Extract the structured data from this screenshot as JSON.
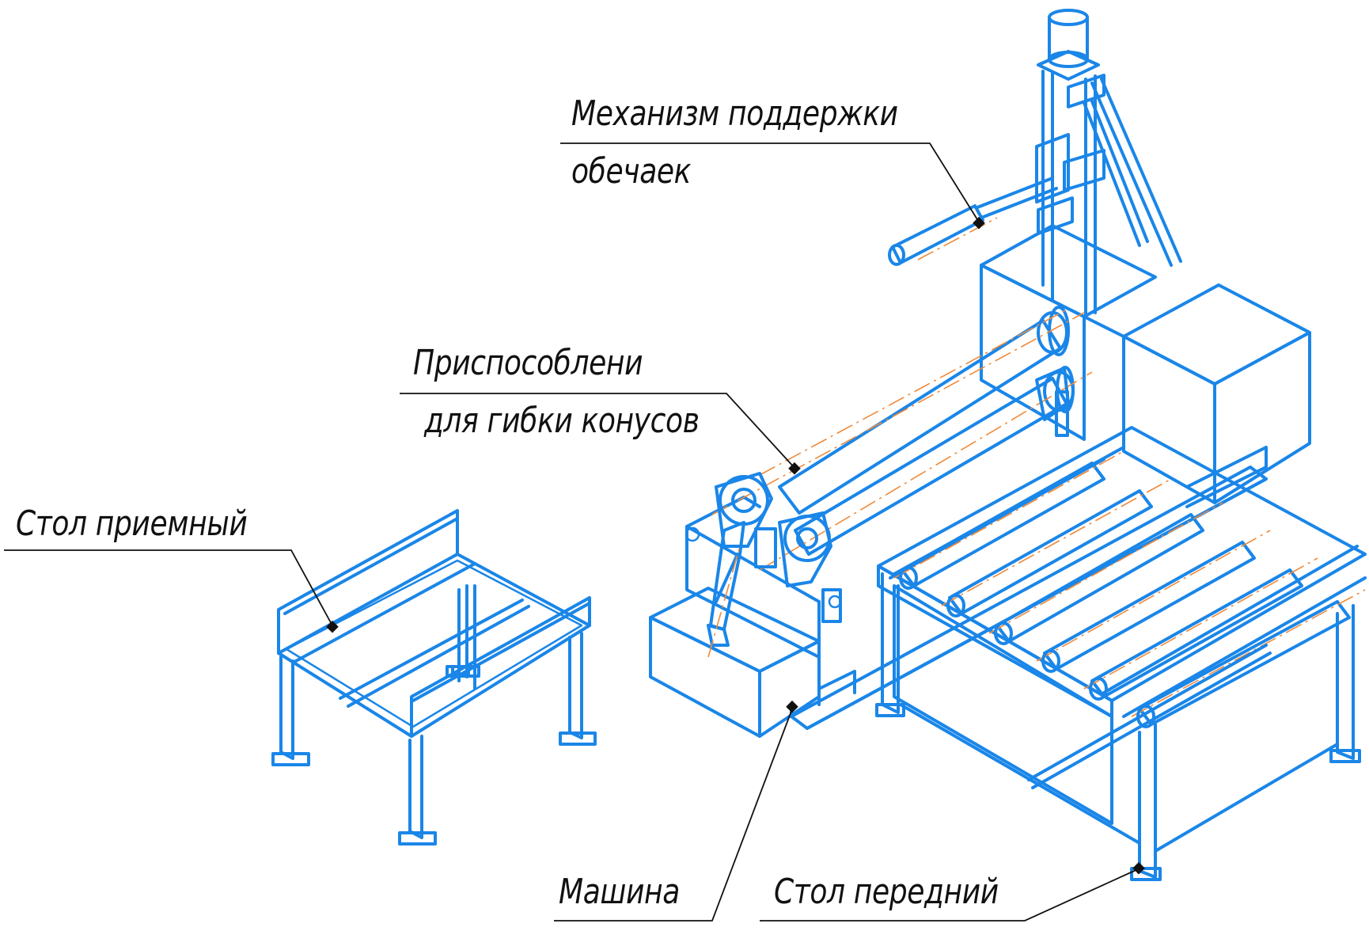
{
  "labels": {
    "support": {
      "line1": "Механизм поддержки",
      "line2": "обечаек"
    },
    "cone": {
      "line1": "Приспособлени",
      "line2": "для гибки конусов"
    },
    "receiving_table": "Стол приемный",
    "machine": "Машина",
    "front_table": "Стол передний"
  },
  "colors": {
    "drawing": "#1a86e8",
    "axis": "#f08a3a",
    "leader": "#111111"
  }
}
